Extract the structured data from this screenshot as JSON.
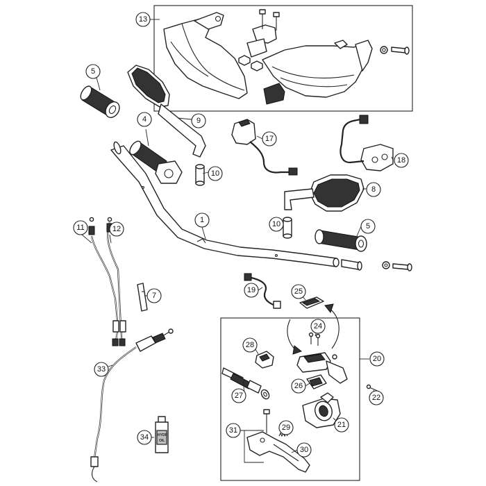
{
  "callouts": [
    {
      "id": "13",
      "label": "13"
    },
    {
      "id": "5a",
      "label": "5"
    },
    {
      "id": "4",
      "label": "4"
    },
    {
      "id": "9",
      "label": "9"
    },
    {
      "id": "10a",
      "label": "10"
    },
    {
      "id": "17",
      "label": "17"
    },
    {
      "id": "18",
      "label": "18"
    },
    {
      "id": "8",
      "label": "8"
    },
    {
      "id": "1",
      "label": "1"
    },
    {
      "id": "10b",
      "label": "10"
    },
    {
      "id": "5b",
      "label": "5"
    },
    {
      "id": "11",
      "label": "11"
    },
    {
      "id": "12",
      "label": "12"
    },
    {
      "id": "7",
      "label": "7"
    },
    {
      "id": "19",
      "label": "19"
    },
    {
      "id": "25",
      "label": "25"
    },
    {
      "id": "24",
      "label": "24"
    },
    {
      "id": "20",
      "label": "20"
    },
    {
      "id": "28",
      "label": "28"
    },
    {
      "id": "26",
      "label": "26"
    },
    {
      "id": "27",
      "label": "27"
    },
    {
      "id": "22",
      "label": "22"
    },
    {
      "id": "21",
      "label": "21"
    },
    {
      "id": "33",
      "label": "33"
    },
    {
      "id": "31",
      "label": "31"
    },
    {
      "id": "29",
      "label": "29"
    },
    {
      "id": "34",
      "label": "34"
    },
    {
      "id": "30",
      "label": "30"
    }
  ],
  "bottle_label": {
    "line1": "HYDR.",
    "line2": "OIL"
  }
}
